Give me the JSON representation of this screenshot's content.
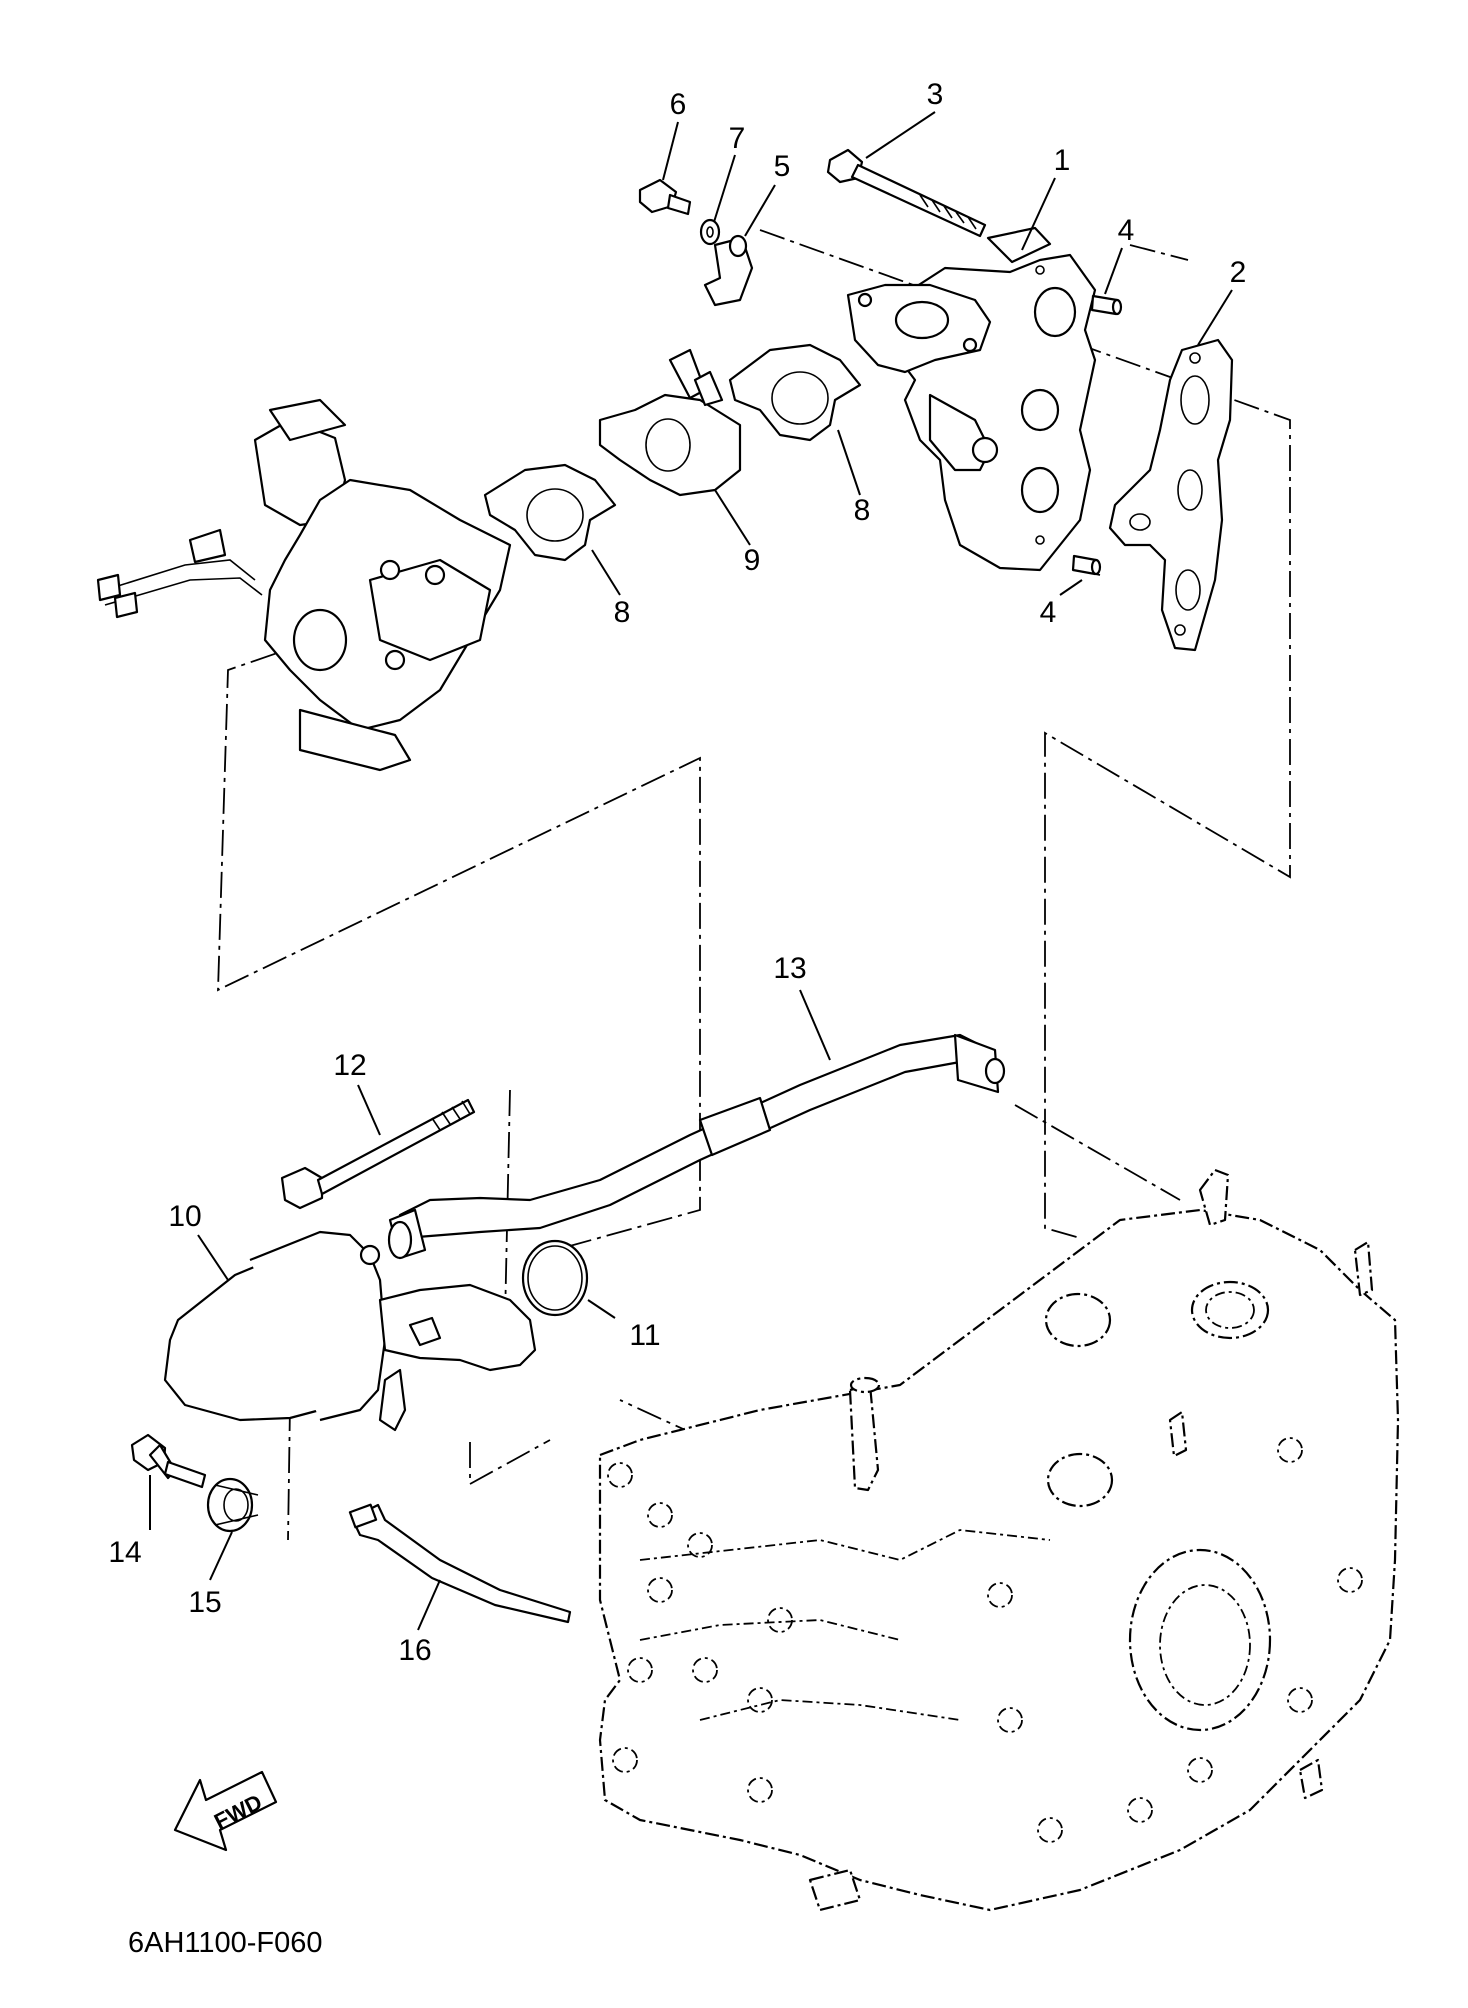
{
  "diagram": {
    "drawing_code": "6AH1100-F060",
    "direction_marker": "FWD",
    "callouts": [
      {
        "id": "c1",
        "text": "1"
      },
      {
        "id": "c2",
        "text": "2"
      },
      {
        "id": "c3",
        "text": "3"
      },
      {
        "id": "c4a",
        "text": "4"
      },
      {
        "id": "c4b",
        "text": "4"
      },
      {
        "id": "c5",
        "text": "5"
      },
      {
        "id": "c6",
        "text": "6"
      },
      {
        "id": "c7",
        "text": "7"
      },
      {
        "id": "c8a",
        "text": "8"
      },
      {
        "id": "c8b",
        "text": "8"
      },
      {
        "id": "c9",
        "text": "9"
      },
      {
        "id": "c10",
        "text": "10"
      },
      {
        "id": "c11",
        "text": "11"
      },
      {
        "id": "c12",
        "text": "12"
      },
      {
        "id": "c13",
        "text": "13"
      },
      {
        "id": "c14",
        "text": "14"
      },
      {
        "id": "c15",
        "text": "15"
      },
      {
        "id": "c16",
        "text": "16"
      }
    ]
  }
}
